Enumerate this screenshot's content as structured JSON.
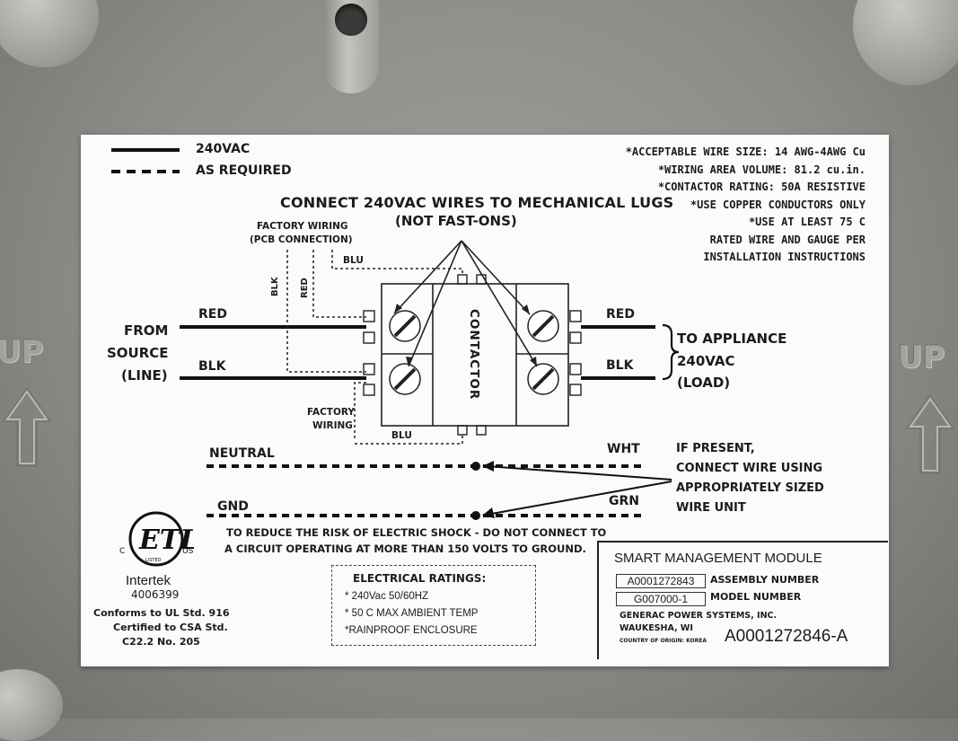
{
  "legend": {
    "solid": "240VAC",
    "dashed": "AS REQUIRED"
  },
  "header": {
    "line1": "CONNECT 240VAC WIRES TO MECHANICAL LUGS",
    "line2": "(NOT FAST-ONS)"
  },
  "notes": [
    "*ACCEPTABLE WIRE SIZE: 14 AWG-4AWG Cu",
    "*WIRING AREA VOLUME: 81.2 cu.in.",
    "*CONTACTOR RATING: 50A RESISTIVE",
    "*USE COPPER CONDUCTORS ONLY",
    "*USE AT LEAST 75 C",
    "RATED WIRE AND GAUGE PER",
    "INSTALLATION INSTRUCTIONS"
  ],
  "diagram": {
    "factory_top_1": "FACTORY WIRING",
    "factory_top_2": "(PCB CONNECTION)",
    "factory_bot_1": "FACTORY",
    "factory_bot_2": "WIRING",
    "blu_top": "BLU",
    "blu_bottom": "BLU",
    "blk_vertical": "BLK",
    "red_vertical": "RED",
    "contactor": "CONTACTOR",
    "source_1": "FROM",
    "source_2": "SOURCE",
    "source_3": "(LINE)",
    "red_left": "RED",
    "blk_left": "BLK",
    "red_right": "RED",
    "blk_right": "BLK",
    "appliance_1": "TO APPLIANCE",
    "appliance_2": "240VAC",
    "appliance_3": "(LOAD)",
    "neutral": "NEUTRAL",
    "wht": "WHT",
    "gnd": "GND",
    "grn": "GRN",
    "if_present_1": "IF PRESENT,",
    "if_present_2": "CONNECT WIRE USING",
    "if_present_3": "APPROPRIATELY SIZED",
    "if_present_4": "WIRE UNIT"
  },
  "warning": {
    "line1": "TO REDUCE THE RISK OF ELECTRIC SHOCK - DO NOT CONNECT TO",
    "line2": "A CIRCUIT OPERATING AT MORE THAN 150 VOLTS TO GROUND."
  },
  "certification": {
    "logo": "ETL",
    "logo_small": "LISTED",
    "c": "C",
    "us": "US",
    "brand": "Intertek",
    "number": "4006399",
    "line1": "Conforms to UL Std. 916",
    "line2": "Certified to CSA Std.",
    "line3": "C22.2 No. 205"
  },
  "ratings": {
    "title": "ELECTRICAL RATINGS:",
    "items": [
      "* 240Vac 50/60HZ",
      "* 50 C MAX AMBIENT TEMP",
      "*RAINPROOF ENCLOSURE"
    ]
  },
  "module": {
    "title": "SMART MANAGEMENT MODULE",
    "assembly_value": "A0001272843",
    "assembly_label": "ASSEMBLY NUMBER",
    "model_value": "G007000-1",
    "model_label": "MODEL NUMBER",
    "company": "GENERAC POWER SYSTEMS, INC.",
    "city": "WAUKESHA, WI",
    "origin": "COUNTRY OF ORIGIN: KOREA",
    "part_number": "A0001272846-A"
  },
  "enclosure": {
    "up_left": "UP",
    "up_right": "UP"
  }
}
